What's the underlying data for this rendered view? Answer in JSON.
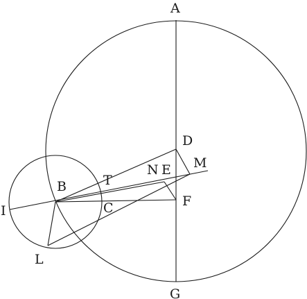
{
  "labels": {
    "A": "A",
    "B": "B",
    "C": "C",
    "D": "D",
    "E": "E",
    "F": "F",
    "G": "G",
    "I": "I",
    "L": "L",
    "M": "M",
    "N": "N",
    "T": "T"
  }
}
